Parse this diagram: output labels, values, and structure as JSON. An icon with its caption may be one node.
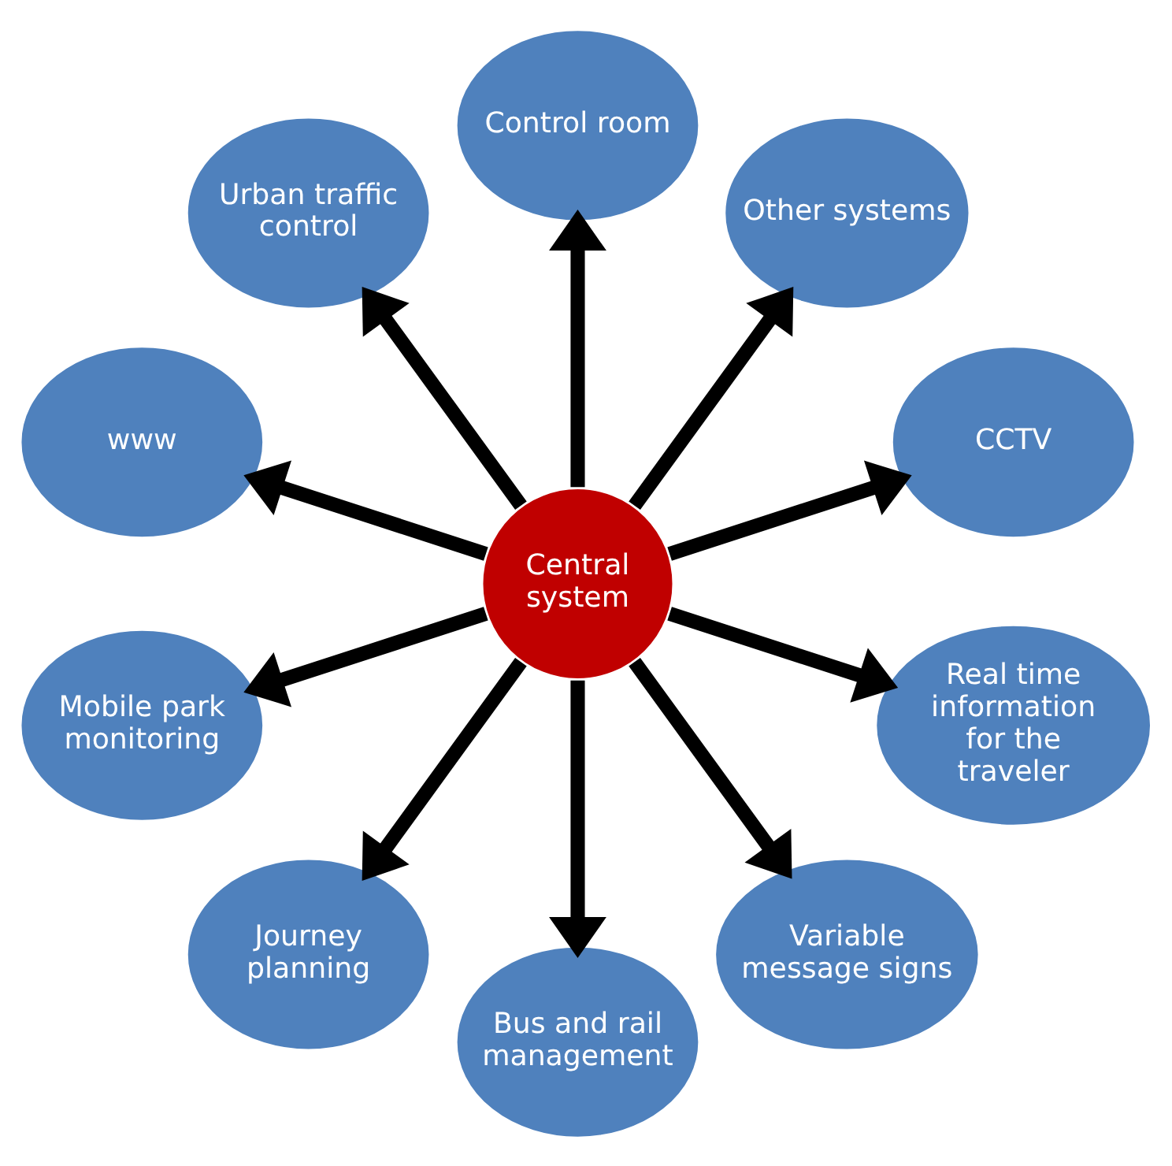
{
  "diagram": {
    "nodes": [
      {
        "text": [
          "Central system"
        ]
      },
      {
        "text": [
          "CCTV"
        ]
      },
      {
        "text": [
          "Other systems"
        ]
      },
      {
        "text": [
          "Control room"
        ]
      },
      {
        "text": [
          "Urban traffic control"
        ]
      },
      {
        "text": [
          "www"
        ]
      },
      {
        "text": [
          "Mobile park monitoring"
        ]
      },
      {
        "text": [
          "Journey planning"
        ]
      },
      {
        "text": [
          "Bus and rail management"
        ]
      },
      {
        "text": [
          "Variable message signs"
        ]
      },
      {
        "text": [
          "Real time information for the traveler"
        ]
      }
    ],
    "edges": [
      {
        "from": 0,
        "to": 1,
        "arrow": "to"
      },
      {
        "from": 0,
        "to": 2,
        "arrow": "to"
      },
      {
        "from": 0,
        "to": 3,
        "arrow": "to"
      },
      {
        "from": 0,
        "to": 4,
        "arrow": "to"
      },
      {
        "from": 0,
        "to": 5,
        "arrow": "to"
      },
      {
        "from": 0,
        "to": 6,
        "arrow": "to"
      },
      {
        "from": 0,
        "to": 7,
        "arrow": "to"
      },
      {
        "from": 0,
        "to": 8,
        "arrow": "to"
      },
      {
        "from": 0,
        "to": 9,
        "arrow": "to"
      },
      {
        "from": 0,
        "to": 10,
        "arrow": "to"
      }
    ]
  }
}
